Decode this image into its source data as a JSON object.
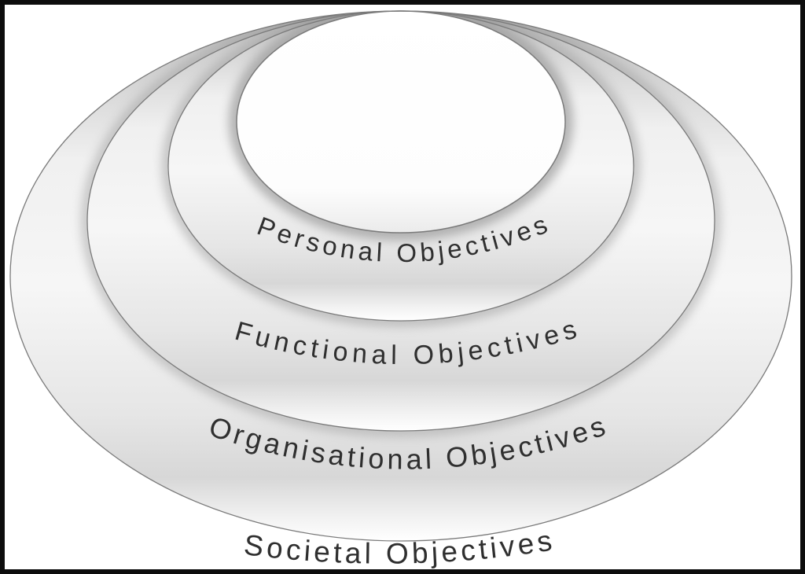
{
  "diagram": {
    "rings": [
      {
        "id": "personal",
        "label": "Personal Objectives"
      },
      {
        "id": "functional",
        "label": "Functional Objectives"
      },
      {
        "id": "organisational",
        "label": "Organisational Objectives"
      },
      {
        "id": "societal",
        "label": "Societal Objectives"
      }
    ],
    "colors": {
      "background": "#ffffff",
      "frame": "#0d0d0d",
      "ellipse_outline": "#7a7a7a",
      "band_dark": "#b0b0b0",
      "band_mid": "#d8d8d8",
      "band_light": "#f6f6f6",
      "opening_fill": "#ffffff",
      "text": "#2f2f2f"
    }
  }
}
